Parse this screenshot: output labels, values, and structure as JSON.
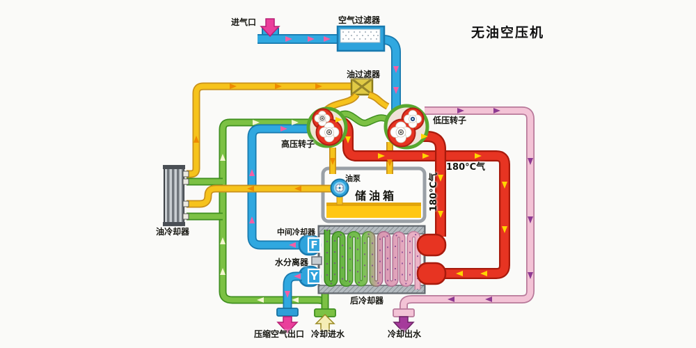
{
  "title": "无油空压机",
  "labels": {
    "air_inlet": "进气口",
    "air_filter": "空气过滤器",
    "oil_filter": "油过滤器",
    "lp_rotor": "低压转子",
    "hp_rotor": "高压转子",
    "oil_pump": "油泵",
    "oil_tank": "储油箱",
    "oil_cooler": "油冷却器",
    "intercooler": "中间冷却器",
    "water_separator": "水分离器",
    "aftercooler": "后冷却器",
    "compressed_air_outlet": "压缩空气出口",
    "cooling_water_in": "冷却进水",
    "cooling_water_out": "冷却出水",
    "temp_gas_horizontal": "180°C气",
    "temp_gas_vertical": "180°C气",
    "separator_top_letter": "F",
    "separator_bottom_letter": "Y"
  },
  "colors": {
    "background": "#fafaf8",
    "pipe_air_blue": "#30a8e0",
    "pipe_hot_air_red": "#e73422",
    "pipe_oil_yellow": "#f6c31c",
    "pipe_water_cold_green": "#7cc144",
    "pipe_water_warm_pink": "#f3c3d6",
    "arrow_on_red": "#ffd400",
    "arrow_on_blue": "#f35fa5",
    "arrow_on_yellow": "#ee8a00",
    "arrow_on_green": "#f4f6d0",
    "arrow_on_pink": "#8e3a92",
    "inlet_arrow_magenta": "#ea3f9b",
    "water_in_arrow_cream": "#f5edb5",
    "water_out_arrow_purple": "#a53a9b",
    "oil_fill": "#ffc713",
    "tank_border_gray": "#9aa0a6"
  }
}
